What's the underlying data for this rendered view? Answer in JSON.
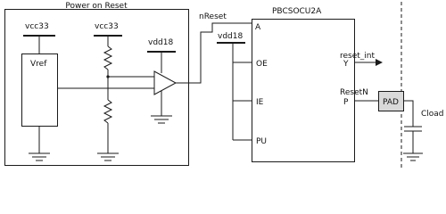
{
  "labels": {
    "por_block": "Power on Reset",
    "vcc33_left": "vcc33",
    "vcc33_mid": "vcc33",
    "vdd18_comp": "vdd18",
    "vref": "Vref",
    "nreset": "nReset",
    "cell_name": "PBCSOCU2A",
    "pin_a": "A",
    "vdd18_cell": "vdd18",
    "pin_oe": "OE",
    "pin_ie": "IE",
    "pin_pu": "PU",
    "pin_y": "Y",
    "pin_p": "P",
    "reset_int": "reset_int",
    "resetn": "ResetN",
    "pad": "PAD",
    "cload": "Cload"
  },
  "colors": {
    "wire": "#1a1a1a",
    "pad_fill": "#d9d9d9",
    "background": "#ffffff"
  }
}
